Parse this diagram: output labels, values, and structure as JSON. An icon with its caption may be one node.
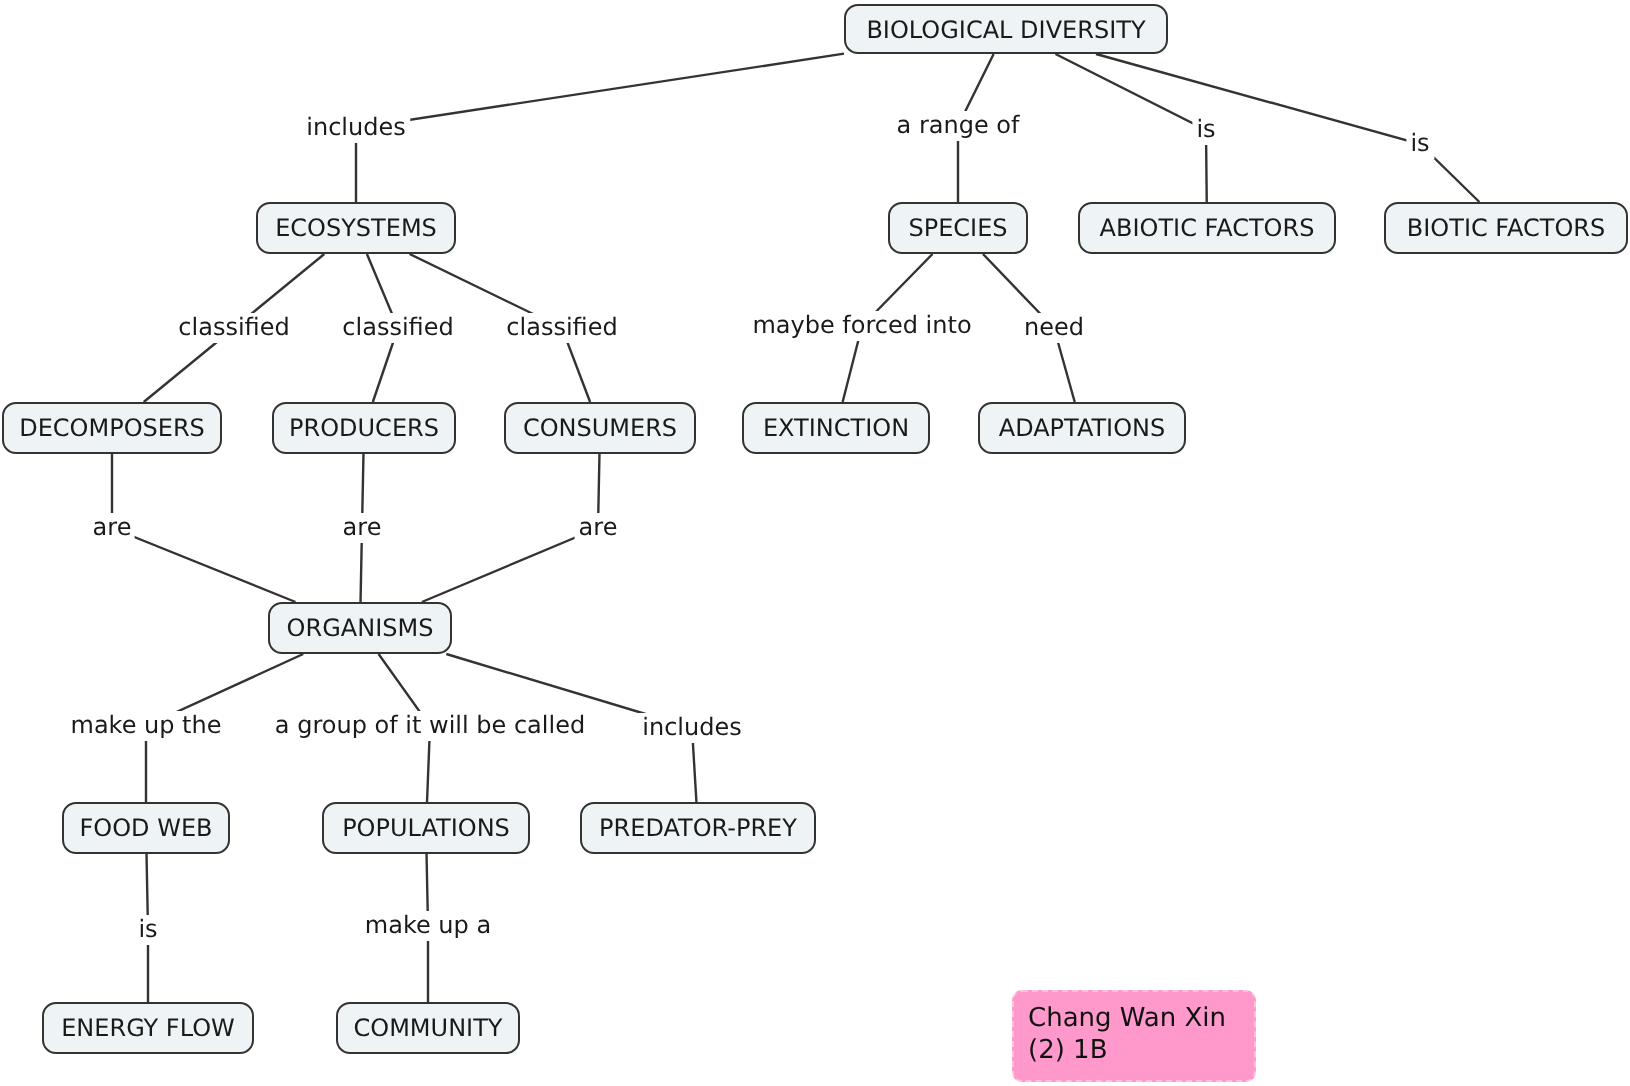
{
  "diagram": {
    "nodes": [
      {
        "text": [
          "BIOLOGICAL DIVERSITY"
        ]
      },
      {
        "text": [
          "ECOSYSTEMS"
        ]
      },
      {
        "text": [
          "SPECIES"
        ]
      },
      {
        "text": [
          "ABIOTIC FACTORS"
        ]
      },
      {
        "text": [
          "BIOTIC FACTORS"
        ]
      },
      {
        "text": [
          "DECOMPOSERS"
        ]
      },
      {
        "text": [
          "PRODUCERS"
        ]
      },
      {
        "text": [
          "CONSUMERS"
        ]
      },
      {
        "text": [
          "EXTINCTION"
        ]
      },
      {
        "text": [
          "ADAPTATIONS"
        ]
      },
      {
        "text": [
          "ORGANISMS"
        ]
      },
      {
        "text": [
          "FOOD WEB"
        ]
      },
      {
        "text": [
          "POPULATIONS"
        ]
      },
      {
        "text": [
          "PREDATOR-PREY"
        ]
      },
      {
        "text": [
          "ENERGY FLOW"
        ]
      },
      {
        "text": [
          "COMMUNITY"
        ]
      },
      {
        "text": [
          "Chang Wan Xin (2) 1B"
        ]
      }
    ],
    "edges": [
      {
        "from": 0,
        "to": 1,
        "arrow": "none",
        "label": "includes"
      },
      {
        "from": 0,
        "to": 2,
        "arrow": "none",
        "label": "a range of"
      },
      {
        "from": 0,
        "to": 3,
        "arrow": "none",
        "label": "is"
      },
      {
        "from": 0,
        "to": 4,
        "arrow": "none",
        "label": "is"
      },
      {
        "from": 1,
        "to": 5,
        "arrow": "none",
        "label": "classified"
      },
      {
        "from": 1,
        "to": 6,
        "arrow": "none",
        "label": "classified"
      },
      {
        "from": 1,
        "to": 7,
        "arrow": "none",
        "label": "classified"
      },
      {
        "from": 2,
        "to": 8,
        "arrow": "none",
        "label": "maybe forced into"
      },
      {
        "from": 2,
        "to": 9,
        "arrow": "none",
        "label": "need"
      },
      {
        "from": 5,
        "to": 10,
        "arrow": "none",
        "label": "are"
      },
      {
        "from": 6,
        "to": 10,
        "arrow": "none",
        "label": "are"
      },
      {
        "from": 7,
        "to": 10,
        "arrow": "none",
        "label": "are"
      },
      {
        "from": 10,
        "to": 11,
        "arrow": "none",
        "label": "make up the"
      },
      {
        "from": 10,
        "to": 12,
        "arrow": "none",
        "label": "a group of it will be called"
      },
      {
        "from": 10,
        "to": 13,
        "arrow": "none",
        "label": "includes"
      },
      {
        "from": 11,
        "to": 14,
        "arrow": "none",
        "label": "is"
      },
      {
        "from": 12,
        "to": 15,
        "arrow": "none",
        "label": "make up a"
      }
    ]
  }
}
